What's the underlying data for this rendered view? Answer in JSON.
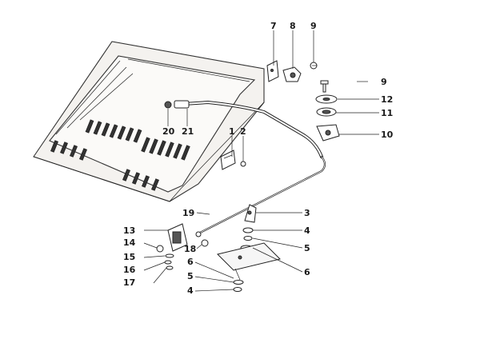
{
  "callouts": {
    "c1": "1",
    "c2": "2",
    "c3": "3",
    "c4a": "4",
    "c4b": "4",
    "c5a": "5",
    "c5b": "5",
    "c6a": "6",
    "c6b": "6",
    "c7": "7",
    "c8": "8",
    "c9": "9",
    "c10": "10",
    "c11": "11",
    "c12": "12",
    "c13": "13",
    "c14": "14",
    "c15": "15",
    "c16": "16",
    "c17": "17",
    "c18": "18",
    "c19": "19",
    "c20": "20",
    "c21": "21"
  },
  "colors": {
    "line": "#222222",
    "panel": "#f4f2ef",
    "background": "#ffffff"
  }
}
